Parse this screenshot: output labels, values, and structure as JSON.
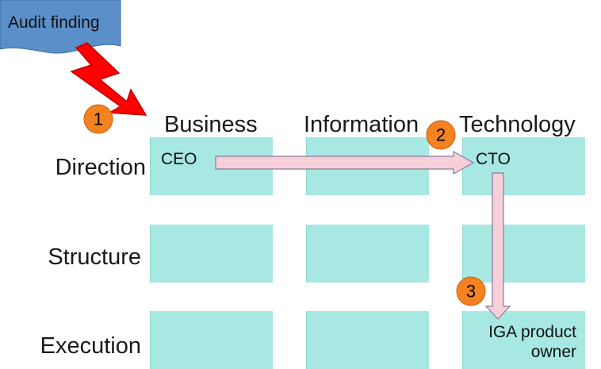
{
  "audit": {
    "label": "Audit finding"
  },
  "columns": [
    "Business",
    "Information",
    "Technology"
  ],
  "rows": [
    "Direction",
    "Structure",
    "Execution"
  ],
  "cells": {
    "direction_business": "CEO",
    "direction_technology": "CTO",
    "execution_technology_line1": "IGA product",
    "execution_technology_line2": "owner"
  },
  "steps": [
    "1",
    "2",
    "3"
  ],
  "colors": {
    "cell": "#a7e8e3",
    "badge": "#f58220",
    "arrow_fill": "#f6cfd8",
    "arrow_stroke": "#8a7a9a",
    "lightning": "#ff0000",
    "audit_box": "#5b8fc9"
  }
}
